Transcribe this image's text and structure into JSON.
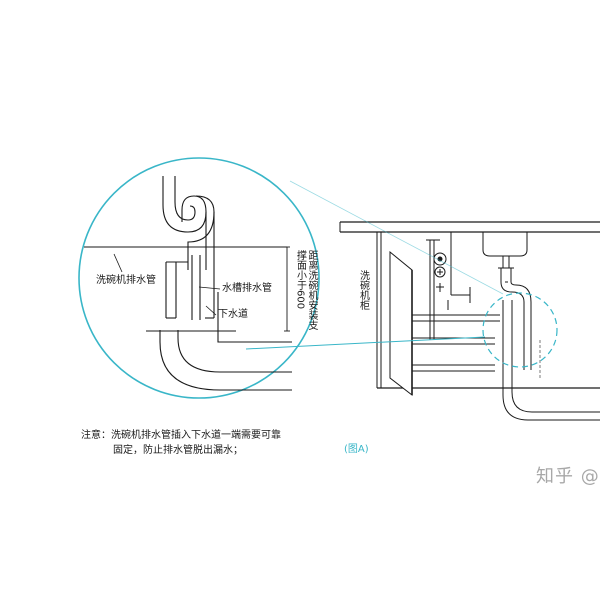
{
  "labels": {
    "dishwasher_drain_pipe": "洗碗机排水管",
    "sink_drain_pipe": "水槽排水管",
    "sewer": "下水道",
    "height_note": "距离洗碗机安装支撑面小于600",
    "cabinet": "洗碗机柜"
  },
  "note": {
    "line1": "注意：洗碗机排水管插入下水道一端需要可靠",
    "line2": "固定，防止排水管脱出漏水；"
  },
  "figure_label": "(图A)",
  "watermark": "知乎 @",
  "colors": {
    "line": "#1a1a1a",
    "accent": "#39b6c8",
    "gray": "#7a7a7a"
  }
}
